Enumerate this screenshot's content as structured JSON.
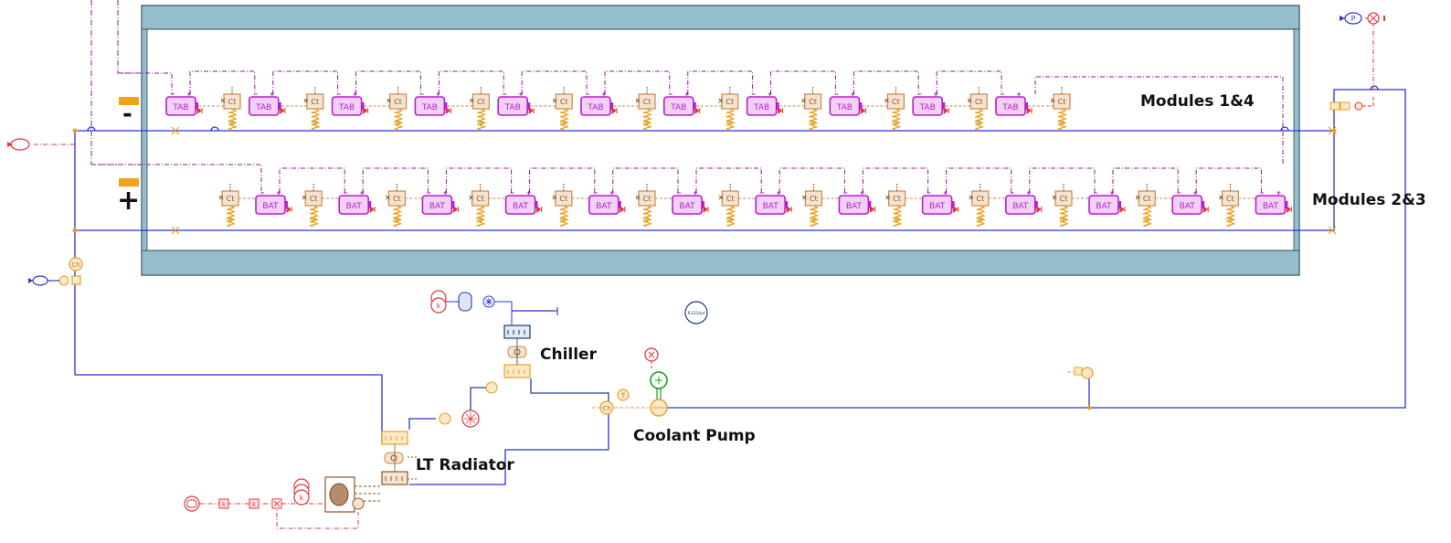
{
  "labels": {
    "modules_top": "Modules 1&4",
    "modules_bottom": "Modules 2&3",
    "chiller": "Chiller",
    "coolant_pump": "Coolant Pump",
    "lt_radiator": "LT Radiator",
    "minus": "-",
    "plus": "+"
  },
  "blocks": {
    "battery_top": "TAB",
    "battery_bottom": "BAT",
    "contact": "Ct",
    "refrigerant": "R1234yf",
    "pressure_source": "P",
    "charge_sensor": "Ch",
    "k_block": "k",
    "temp": "T"
  },
  "colors": {
    "battery": "#b51fd1",
    "battery_fill": "#f3d1f7",
    "contact": "#c98a52",
    "contact_fill": "#f6e3cf",
    "coolant_line": "#2b35c8",
    "thermal": "#e9a021",
    "signal": "#e3343a",
    "dashdot": "#8a1d8e",
    "enclosure": "#93bfcd"
  }
}
